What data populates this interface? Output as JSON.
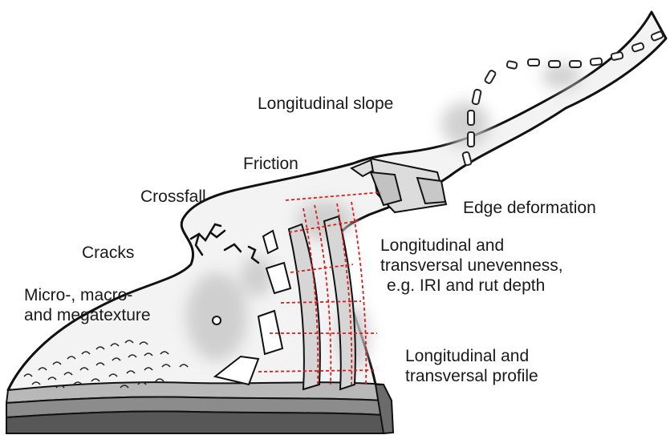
{
  "labels": {
    "longitudinal_slope": "Longitudinal slope",
    "friction": "Friction",
    "crossfall": "Crossfall",
    "edge_deformation": "Edge deformation",
    "cracks": "Cracks",
    "unevenness": {
      "line1": "Longitudinal and",
      "line2": "transversal unevenness,",
      "line3": "e.g. IRI and rut depth"
    },
    "texture": {
      "line1": "Micro-, macro-",
      "line2": "and megatexture"
    },
    "profile": {
      "line1": "Longitudinal and",
      "line2": "transversal profile"
    }
  },
  "colors": {
    "outline": "#111111",
    "road_surface": "#f2f2f2",
    "road_shading": "#cfcfcf",
    "layer_light": "#b5b5b5",
    "layer_mid": "#8a8a8a",
    "layer_dark": "#5a5a5a",
    "measure_lines": "#d42020"
  }
}
